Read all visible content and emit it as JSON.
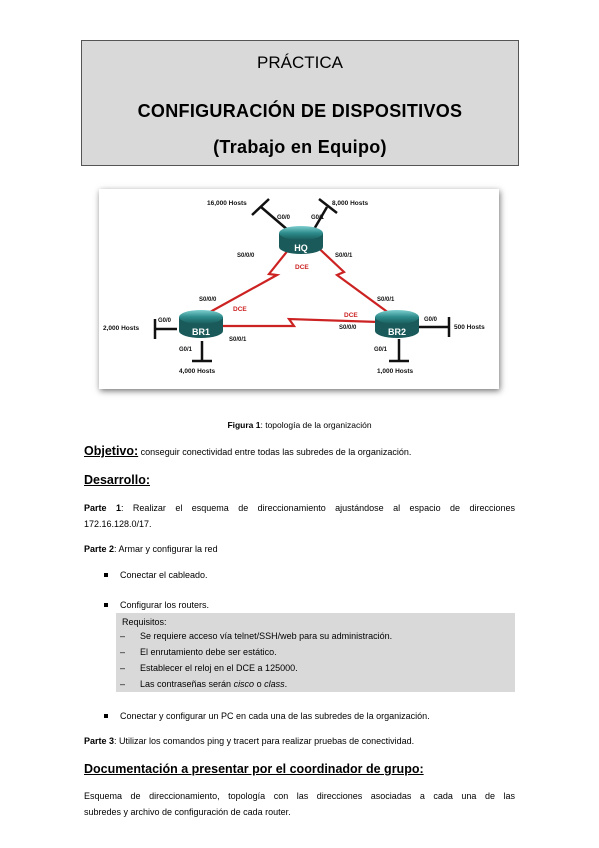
{
  "title": {
    "line1": "PRÁCTICA",
    "line2": "CONFIGURACIÓN DE DISPOSITIVOS",
    "line3": "(Trabajo en Equipo)"
  },
  "topology": {
    "routers": {
      "hq": "HQ",
      "br1": "BR1",
      "br2": "BR2"
    },
    "hosts": {
      "hq_g00": "16,000 Hosts",
      "hq_g01": "8,000 Hosts",
      "br1_g00": "2,000 Hosts",
      "br1_g01": "4,000 Hosts",
      "br2_g00": "500 Hosts",
      "br2_g01": "1,000 Hosts"
    },
    "ports": {
      "hq_g00": "G0/0",
      "hq_g01": "G0/1",
      "hq_s000": "S0/0/0",
      "hq_s001": "S0/0/1",
      "br1_s000": "S0/0/0",
      "br1_s001": "S0/0/1",
      "br1_g00": "G0/0",
      "br1_g01": "G0/1",
      "br2_s000": "S0/0/0",
      "br2_s001": "S0/0/1",
      "br2_g00": "G0/0",
      "br2_g01": "G0/1"
    },
    "dce": {
      "hq": "DCE",
      "br1": "DCE",
      "br2": "DCE"
    },
    "colors": {
      "serial": "#cc2222",
      "router": "#2e8c8c"
    }
  },
  "caption": {
    "bold": "Figura 1",
    "text": ": topología de la organización"
  },
  "objective": {
    "label": "Objetivo:",
    "text": " conseguir conectividad entre todas las subredes de la organización."
  },
  "development": {
    "heading": "Desarrollo:"
  },
  "part1": {
    "label": "Parte 1",
    "line1": ": Realizar el esquema de direccionamiento ajustándose al espacio de direcciones",
    "line2": "172.16.128.0/17."
  },
  "part2": {
    "label": "Parte 2",
    "text": ": Armar y configurar la red",
    "bullets": [
      "Conectar el cableado.",
      "Configurar los routers.",
      "Conectar y configurar un PC en cada una de las subredes de la organización."
    ],
    "requirements": {
      "title": "Requisitos:",
      "items": [
        "Se requiere acceso vía telnet/SSH/web para su administración.",
        "El enrutamiento debe ser estático.",
        "Establecer el reloj en el DCE a 125000."
      ],
      "last_prefix": "Las contraseñas serán ",
      "last_pw1": "cisco",
      "last_mid": " o ",
      "last_pw2": "class",
      "last_suffix": "."
    }
  },
  "part3": {
    "label": "Parte 3",
    "text": ": Utilizar los comandos ping y tracert para realizar pruebas de conectividad."
  },
  "documentation": {
    "heading": "Documentación a presentar por el coordinador de grupo:",
    "line1": "Esquema de direccionamiento, topología con las direcciones asociadas a cada una de las",
    "line2": "subredes y archivo de configuración de cada router."
  }
}
